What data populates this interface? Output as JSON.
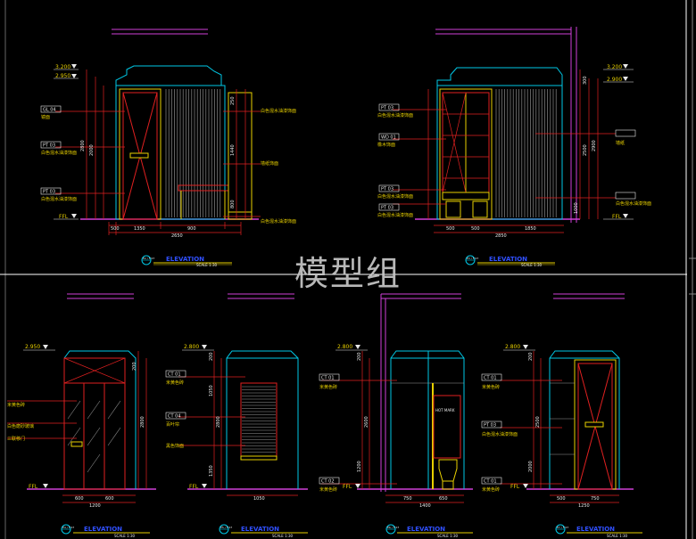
{
  "watermark": "模型组",
  "colors": {
    "bg": "#000000",
    "wall": "#00c8e6",
    "red": "#e02020",
    "yellow": "#e8d000",
    "magenta": "#d040d8",
    "white": "#e8e8e8",
    "gray": "#9a9a9a",
    "green": "#20d040",
    "blue": "#3050ff"
  },
  "caption": {
    "title": "ELEVATION",
    "scale": "SCALE 1:30"
  },
  "panels": [
    {
      "id": "A",
      "ref": "E2 / F-S7",
      "levels": [
        {
          "text": "3.200"
        },
        {
          "text": "2.950"
        },
        {
          "text": "FFL"
        }
      ],
      "tags": [
        {
          "code": "GL 04",
          "text": "镜面"
        },
        {
          "code": "PT 03",
          "text": "白色混水油漆饰面"
        },
        {
          "code": "PT 03",
          "text": "白色混水油漆饰面"
        }
      ],
      "right_notes": [
        {
          "text": "白色混水油漆饰面"
        },
        {
          "text": "墙纸饰面"
        },
        {
          "text": "白色混水油漆饰面"
        }
      ],
      "vdims": [
        "250",
        "1440",
        "2800",
        "2000",
        "800"
      ],
      "hdims": [
        "500",
        "1350",
        "900",
        "2650"
      ]
    },
    {
      "id": "B",
      "ref": "E3 / F-S7",
      "levels": [
        {
          "text": "3.200"
        },
        {
          "text": "2.900"
        },
        {
          "text": "FFL"
        }
      ],
      "tags": [
        {
          "code": "PT 03",
          "text": "白色混水油漆饰面"
        },
        {
          "code": "WD 01",
          "text": "橡木饰面"
        },
        {
          "code": "PT 03",
          "text": "白色混水油漆饰面"
        },
        {
          "code": "PT 03",
          "text": "白色混水油漆饰面"
        }
      ],
      "right_notes": [
        {
          "text": "墙纸"
        },
        {
          "text": "白色混水油漆饰面"
        }
      ],
      "vdims": [
        "300",
        "2500",
        "2900",
        "1000"
      ],
      "hdims": [
        "500",
        "500",
        "1850",
        "2850"
      ]
    },
    {
      "id": "C",
      "ref": "E4 / F-S7",
      "levels": [
        {
          "text": "2.950"
        },
        {
          "text": "FFL"
        }
      ],
      "tags": [
        {
          "text": "米黄色砖"
        },
        {
          "text": "白色磨砂玻璃"
        },
        {
          "text": "三联移门"
        }
      ],
      "vdims": [
        "200",
        "2800"
      ],
      "hdims": [
        "600",
        "600",
        "1200"
      ]
    },
    {
      "id": "D",
      "ref": "E5 / F-S7",
      "levels": [
        {
          "text": "2.800"
        },
        {
          "text": "FFL"
        }
      ],
      "tags": [
        {
          "code": "CT 01",
          "text": "米黄色砖"
        },
        {
          "code": "CT 04",
          "text": "百叶帘"
        },
        {
          "text": "黑色饰面"
        }
      ],
      "vdims": [
        "200",
        "1050",
        "2800",
        "1350"
      ],
      "hdims": [
        "1050"
      ]
    },
    {
      "id": "E",
      "ref": "E6 / F-S7",
      "levels": [
        {
          "text": "2.800"
        },
        {
          "text": "FFL"
        }
      ],
      "tags": [
        {
          "code": "CT 01",
          "text": "米黄色砖"
        },
        {
          "code": "CT 02",
          "text": "米黄色砖"
        }
      ],
      "inner_text": "HOT MARK",
      "vdims": [
        "200",
        "2600",
        "1200"
      ],
      "hdims": [
        "750",
        "650",
        "1400"
      ]
    },
    {
      "id": "F",
      "ref": "E7 / F-S7",
      "levels": [
        {
          "text": "2.800"
        },
        {
          "text": "FFL"
        }
      ],
      "tags": [
        {
          "code": "CT 01",
          "text": "米黄色砖"
        },
        {
          "code": "PT 03",
          "text": "白色混水油漆饰面"
        },
        {
          "code": "CT 01",
          "text": "米黄色砖"
        }
      ],
      "vdims": [
        "200",
        "2500",
        "2000"
      ],
      "hdims": [
        "500",
        "750",
        "1250"
      ]
    }
  ]
}
